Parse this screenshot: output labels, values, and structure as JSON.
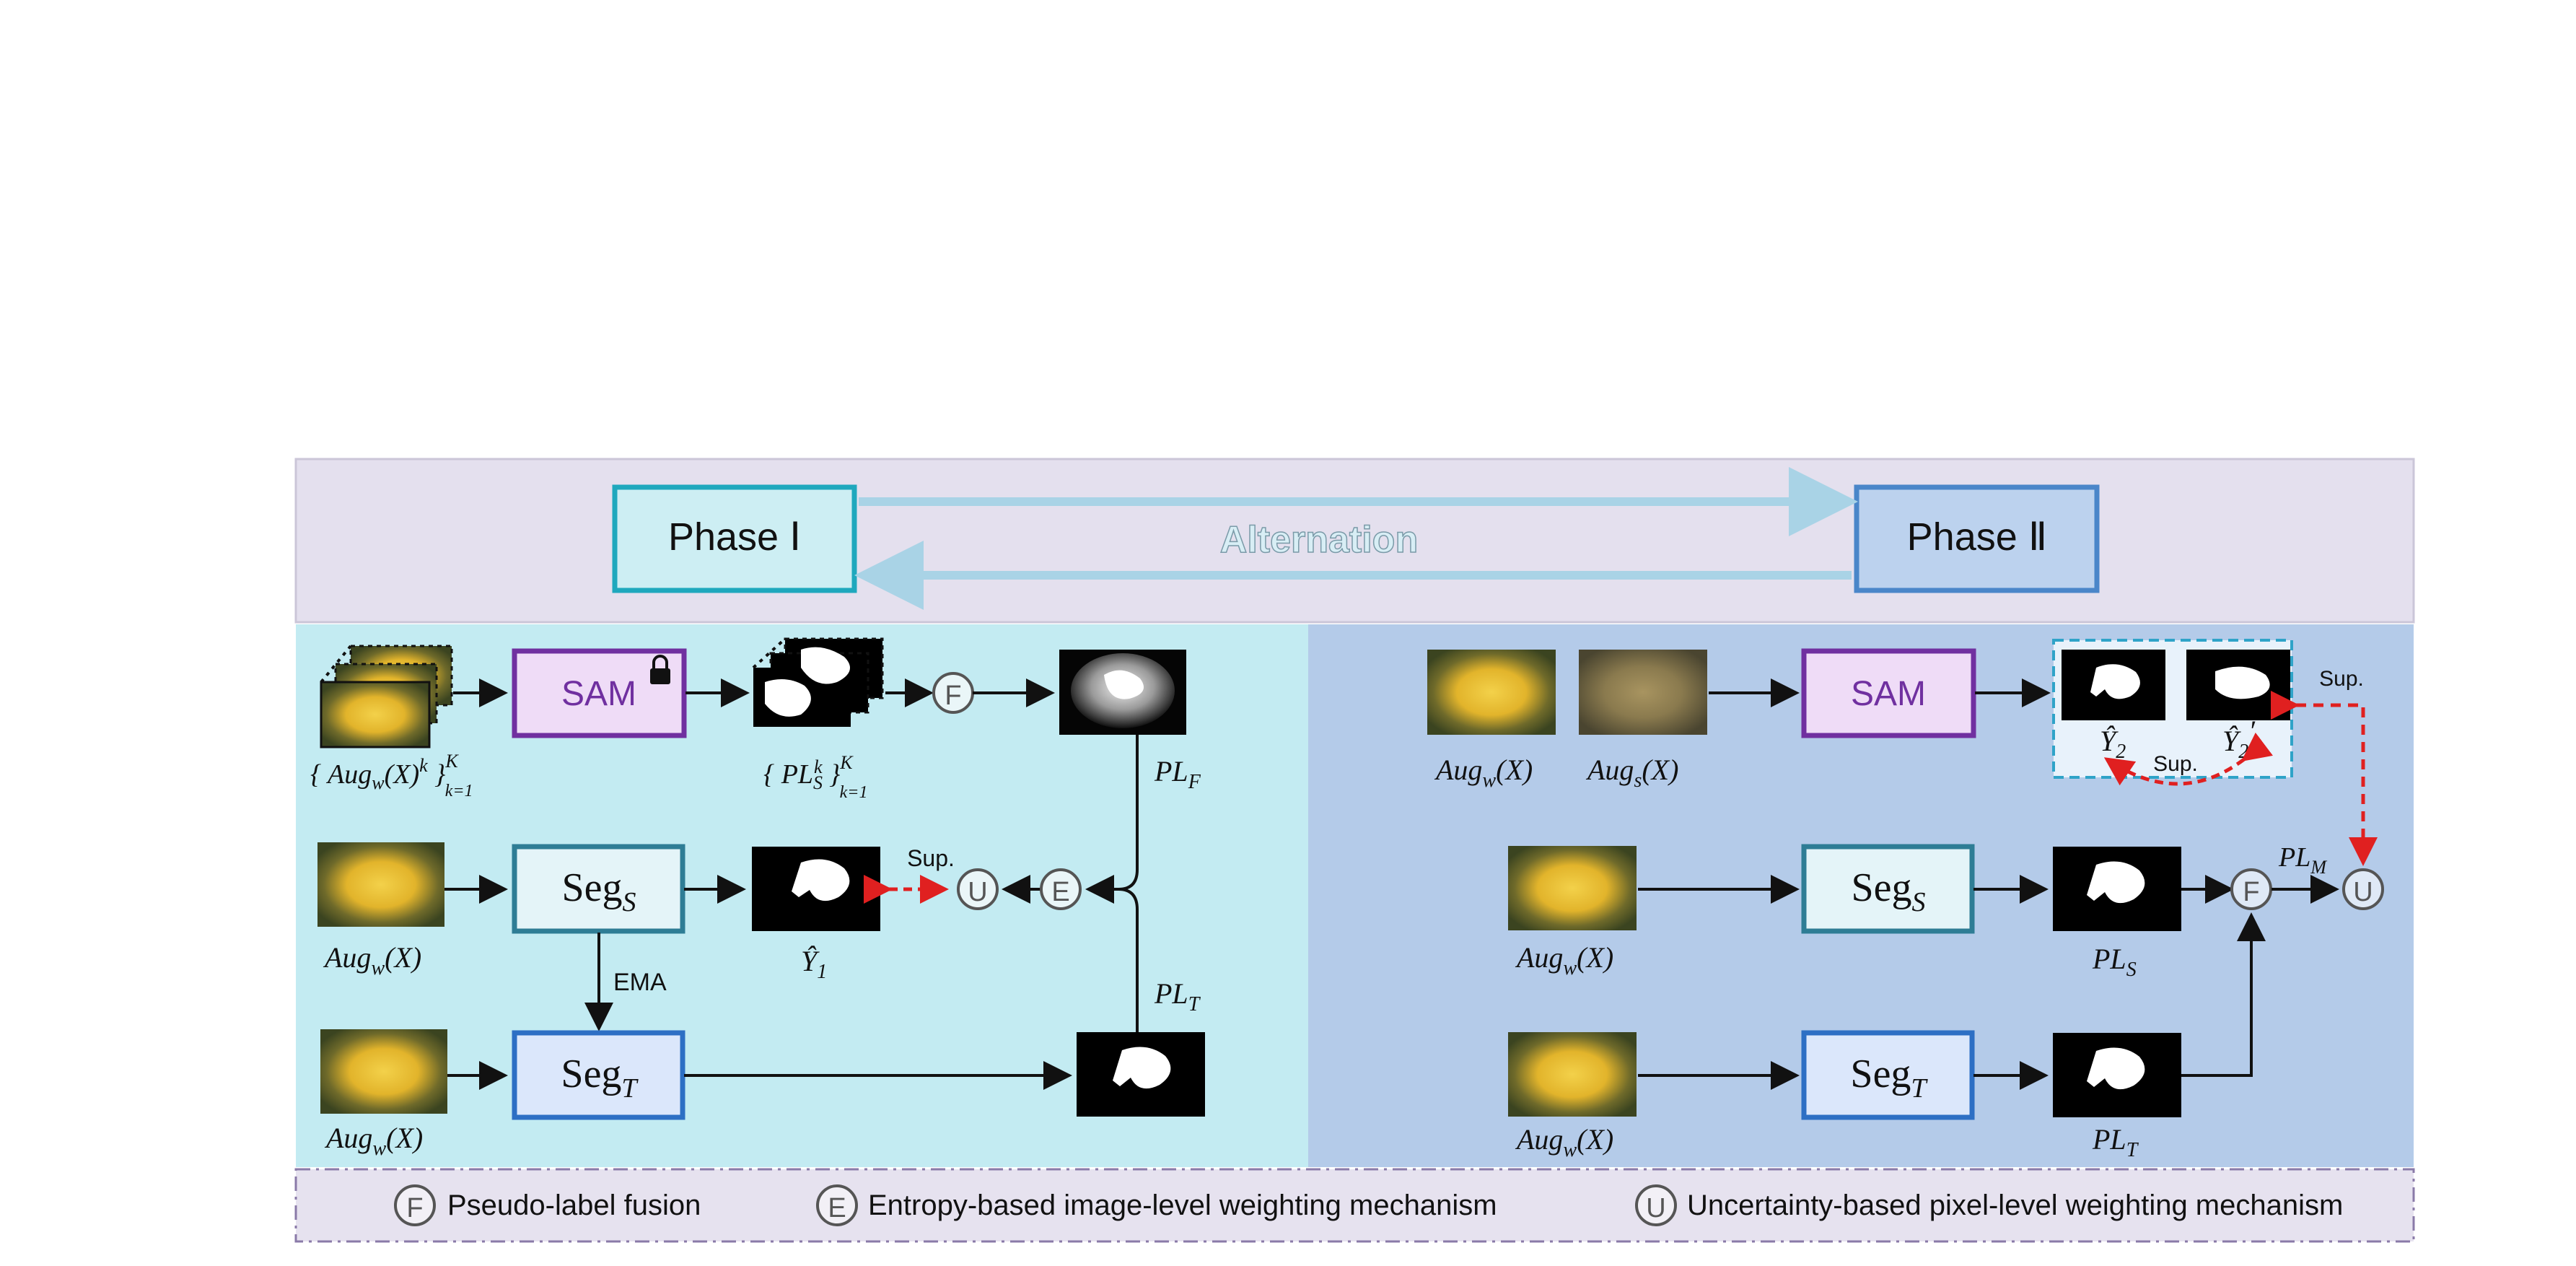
{
  "colors": {
    "header_bg": "#e4e0ee",
    "phase1_bg": "#c3ebf2",
    "phase2_bg": "#b4cbe9",
    "legend_bg": "#e6e2ef",
    "sam_border": "#7030a0",
    "sam_fill": "#efdcf7",
    "seg_s_border": "#2e7d95",
    "seg_t_border": "#2d6fc4",
    "phase1_border": "#1fa8bd",
    "phase2_border": "#4a86c9",
    "sup_arrow": "#e02020"
  },
  "header": {
    "phase1": "Phase Ⅰ",
    "phase2": "Phase Ⅱ",
    "alternation": "Alternation"
  },
  "phase1": {
    "sam": "SAM",
    "aug_set_label": "{Aug_w(X)^k}_{k=1}^K",
    "pl_set_label": "{PL_S^k}_{k=1}^K",
    "fusion": "F",
    "pl_f": "PL_F",
    "seg_s": "Seg_S",
    "seg_t": "Seg_T",
    "ema": "EMA",
    "y1": "Ŷ_1",
    "sup": "Sup.",
    "u": "U",
    "e": "E",
    "aug_w_1": "Aug_w(X)",
    "aug_w_2": "Aug_w(X)",
    "pl_t": "PL_T"
  },
  "phase2": {
    "aug_w_top": "Aug_w(X)",
    "aug_s_top": "Aug_s(X)",
    "sam": "SAM",
    "y2": "Ŷ_2",
    "y2p": "Ŷ_2'",
    "sup_inner": "Sup.",
    "sup_outer": "Sup.",
    "seg_s": "Seg_S",
    "seg_t": "Seg_T",
    "pl_s": "PL_S",
    "pl_t": "PL_T",
    "pl_m": "PL_M",
    "f": "F",
    "u": "U",
    "aug_w_mid": "Aug_w(X)",
    "aug_w_bot": "Aug_w(X)"
  },
  "legend": {
    "items": [
      {
        "symbol": "F",
        "label": "Pseudo-label fusion"
      },
      {
        "symbol": "E",
        "label": "Entropy-based image-level weighting mechanism"
      },
      {
        "symbol": "U",
        "label": "Uncertainty-based pixel-level weighting mechanism"
      }
    ]
  }
}
